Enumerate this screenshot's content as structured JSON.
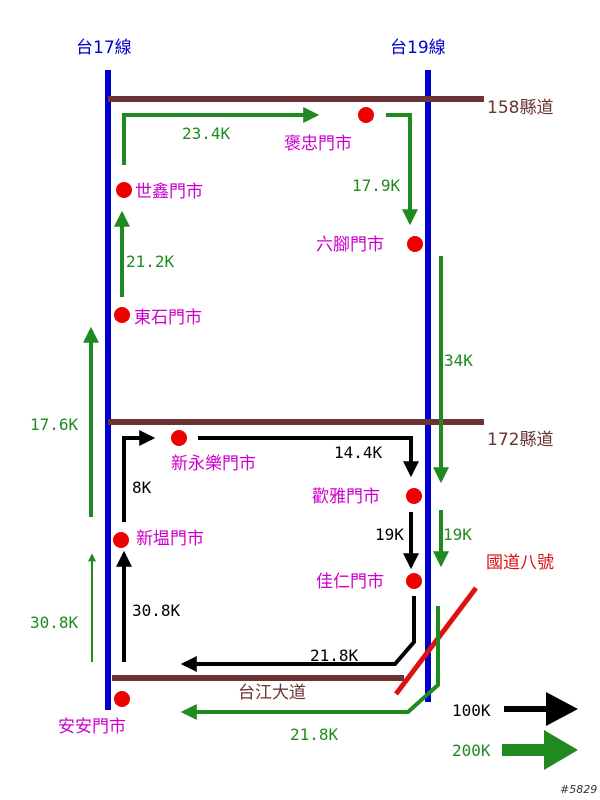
{
  "colors": {
    "route_blue": "#0000cc",
    "road_brown": "#6b3333",
    "flow_green": "#1f8a1f",
    "flow_black": "#000000",
    "store_red": "#ee0000",
    "store_text": "#cc00cc",
    "freeway_red": "#dd1111"
  },
  "roads": {
    "route17": "台17線",
    "route19": "台19線",
    "county158": "158縣道",
    "county172": "172縣道",
    "taijiang": "台江大道",
    "freeway8": "國道八號"
  },
  "stores": {
    "baozhong": "褒忠門市",
    "shixin": "世鑫門市",
    "liujiao": "六腳門市",
    "dongshi": "東石門市",
    "xinyongle": "新永樂門市",
    "huanya": "歡雅門市",
    "xinkan": "新塭門市",
    "jiaren": "佳仁門市",
    "anan": "安安門市"
  },
  "flows": {
    "f_23_4": "23.4K",
    "f_17_9": "17.9K",
    "f_21_2": "21.2K",
    "f_34": "34K",
    "f_17_6": "17.6K",
    "f_14_4": "14.4K",
    "f_8": "8K",
    "f_19_black": "19K",
    "f_19_green": "19K",
    "f_30_8_green": "30.8K",
    "f_30_8_black": "30.8K",
    "f_21_8_black": "21.8K",
    "f_21_8_green": "21.8K"
  },
  "legend": {
    "black_label": "100K",
    "green_label": "200K"
  },
  "watermark": "#5829"
}
